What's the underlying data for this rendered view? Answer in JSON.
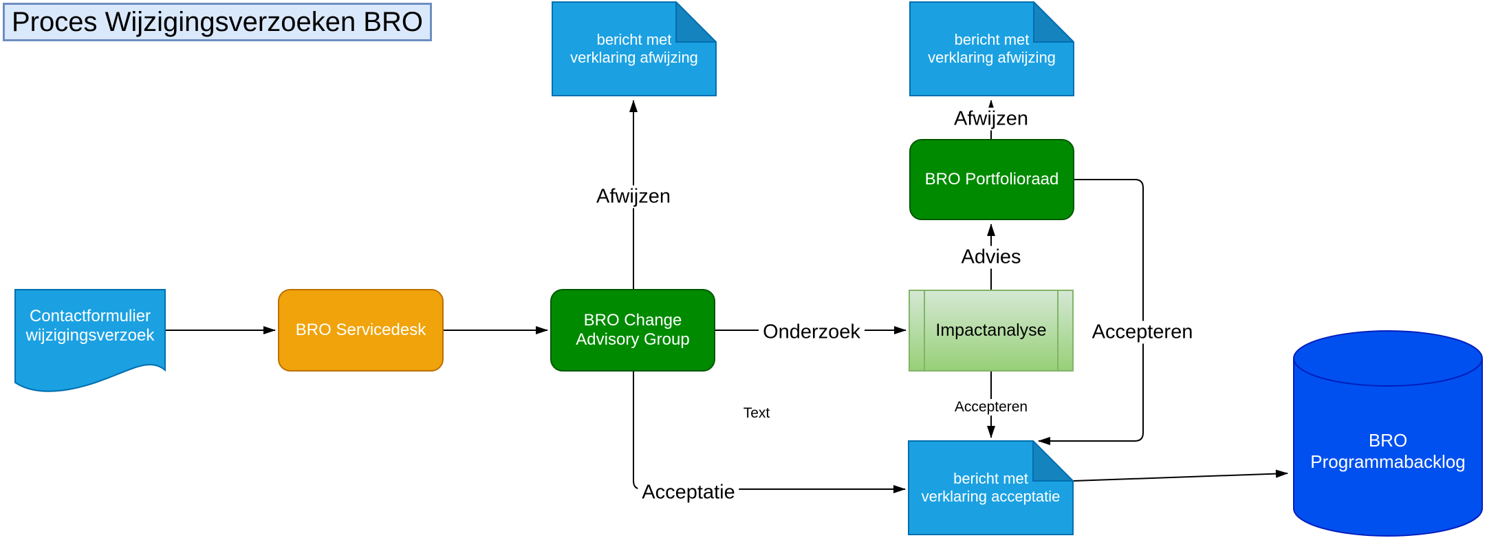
{
  "diagram": {
    "title": "Proces Wijzigingsverzoeken BRO",
    "nodes": {
      "contactformulier": {
        "label": "Contactformulier\nwijzigingsverzoek",
        "type": "document"
      },
      "servicedesk": {
        "label": "BRO Servicedesk",
        "type": "rounded-rectangle"
      },
      "change_advisory_group": {
        "label": "BRO Change\nAdvisory Group",
        "type": "rounded-rectangle"
      },
      "impactanalyse": {
        "label": "Impactanalyse",
        "type": "process"
      },
      "portfolioraad": {
        "label": "BRO Portfolioraad",
        "type": "rounded-rectangle"
      },
      "bericht_afwijzing_cag": {
        "label": "bericht met\nverklaring afwijzing",
        "type": "note"
      },
      "bericht_afwijzing_portfolio": {
        "label": "bericht met\nverklaring afwijzing",
        "type": "note"
      },
      "bericht_acceptatie": {
        "label": "bericht met\nverklaring acceptatie",
        "type": "note"
      },
      "programmabacklog": {
        "label": "BRO\nProgrammabacklog",
        "type": "cylinder"
      }
    },
    "edge_labels": {
      "afwijzen_cag": "Afwijzen",
      "afwijzen_portfolioraad": "Afwijzen",
      "onderzoek": "Onderzoek",
      "advies": "Advies",
      "accepteren_portfolioraad": "Accepteren",
      "accepteren_impactanalyse": "Accepteren",
      "acceptatie": "Acceptatie",
      "text_placeholder": "Text"
    },
    "colors": {
      "note_fill": "#1BA1E2",
      "note_fold": "#1583BD",
      "note_border": "#006EAF",
      "green_fill": "#008A00",
      "green_border": "#005700",
      "orange_fill": "#F0A30A",
      "orange_border": "#BD7000",
      "process_fill_top": "#D5E8D4",
      "process_fill_bottom": "#97D077",
      "process_border": "#82B366",
      "cylinder_fill": "#0050EF",
      "cylinder_border": "#001DBC",
      "title_fill": "#DAE8FC",
      "title_border": "#6C8EBF",
      "edge": "#000000"
    }
  }
}
